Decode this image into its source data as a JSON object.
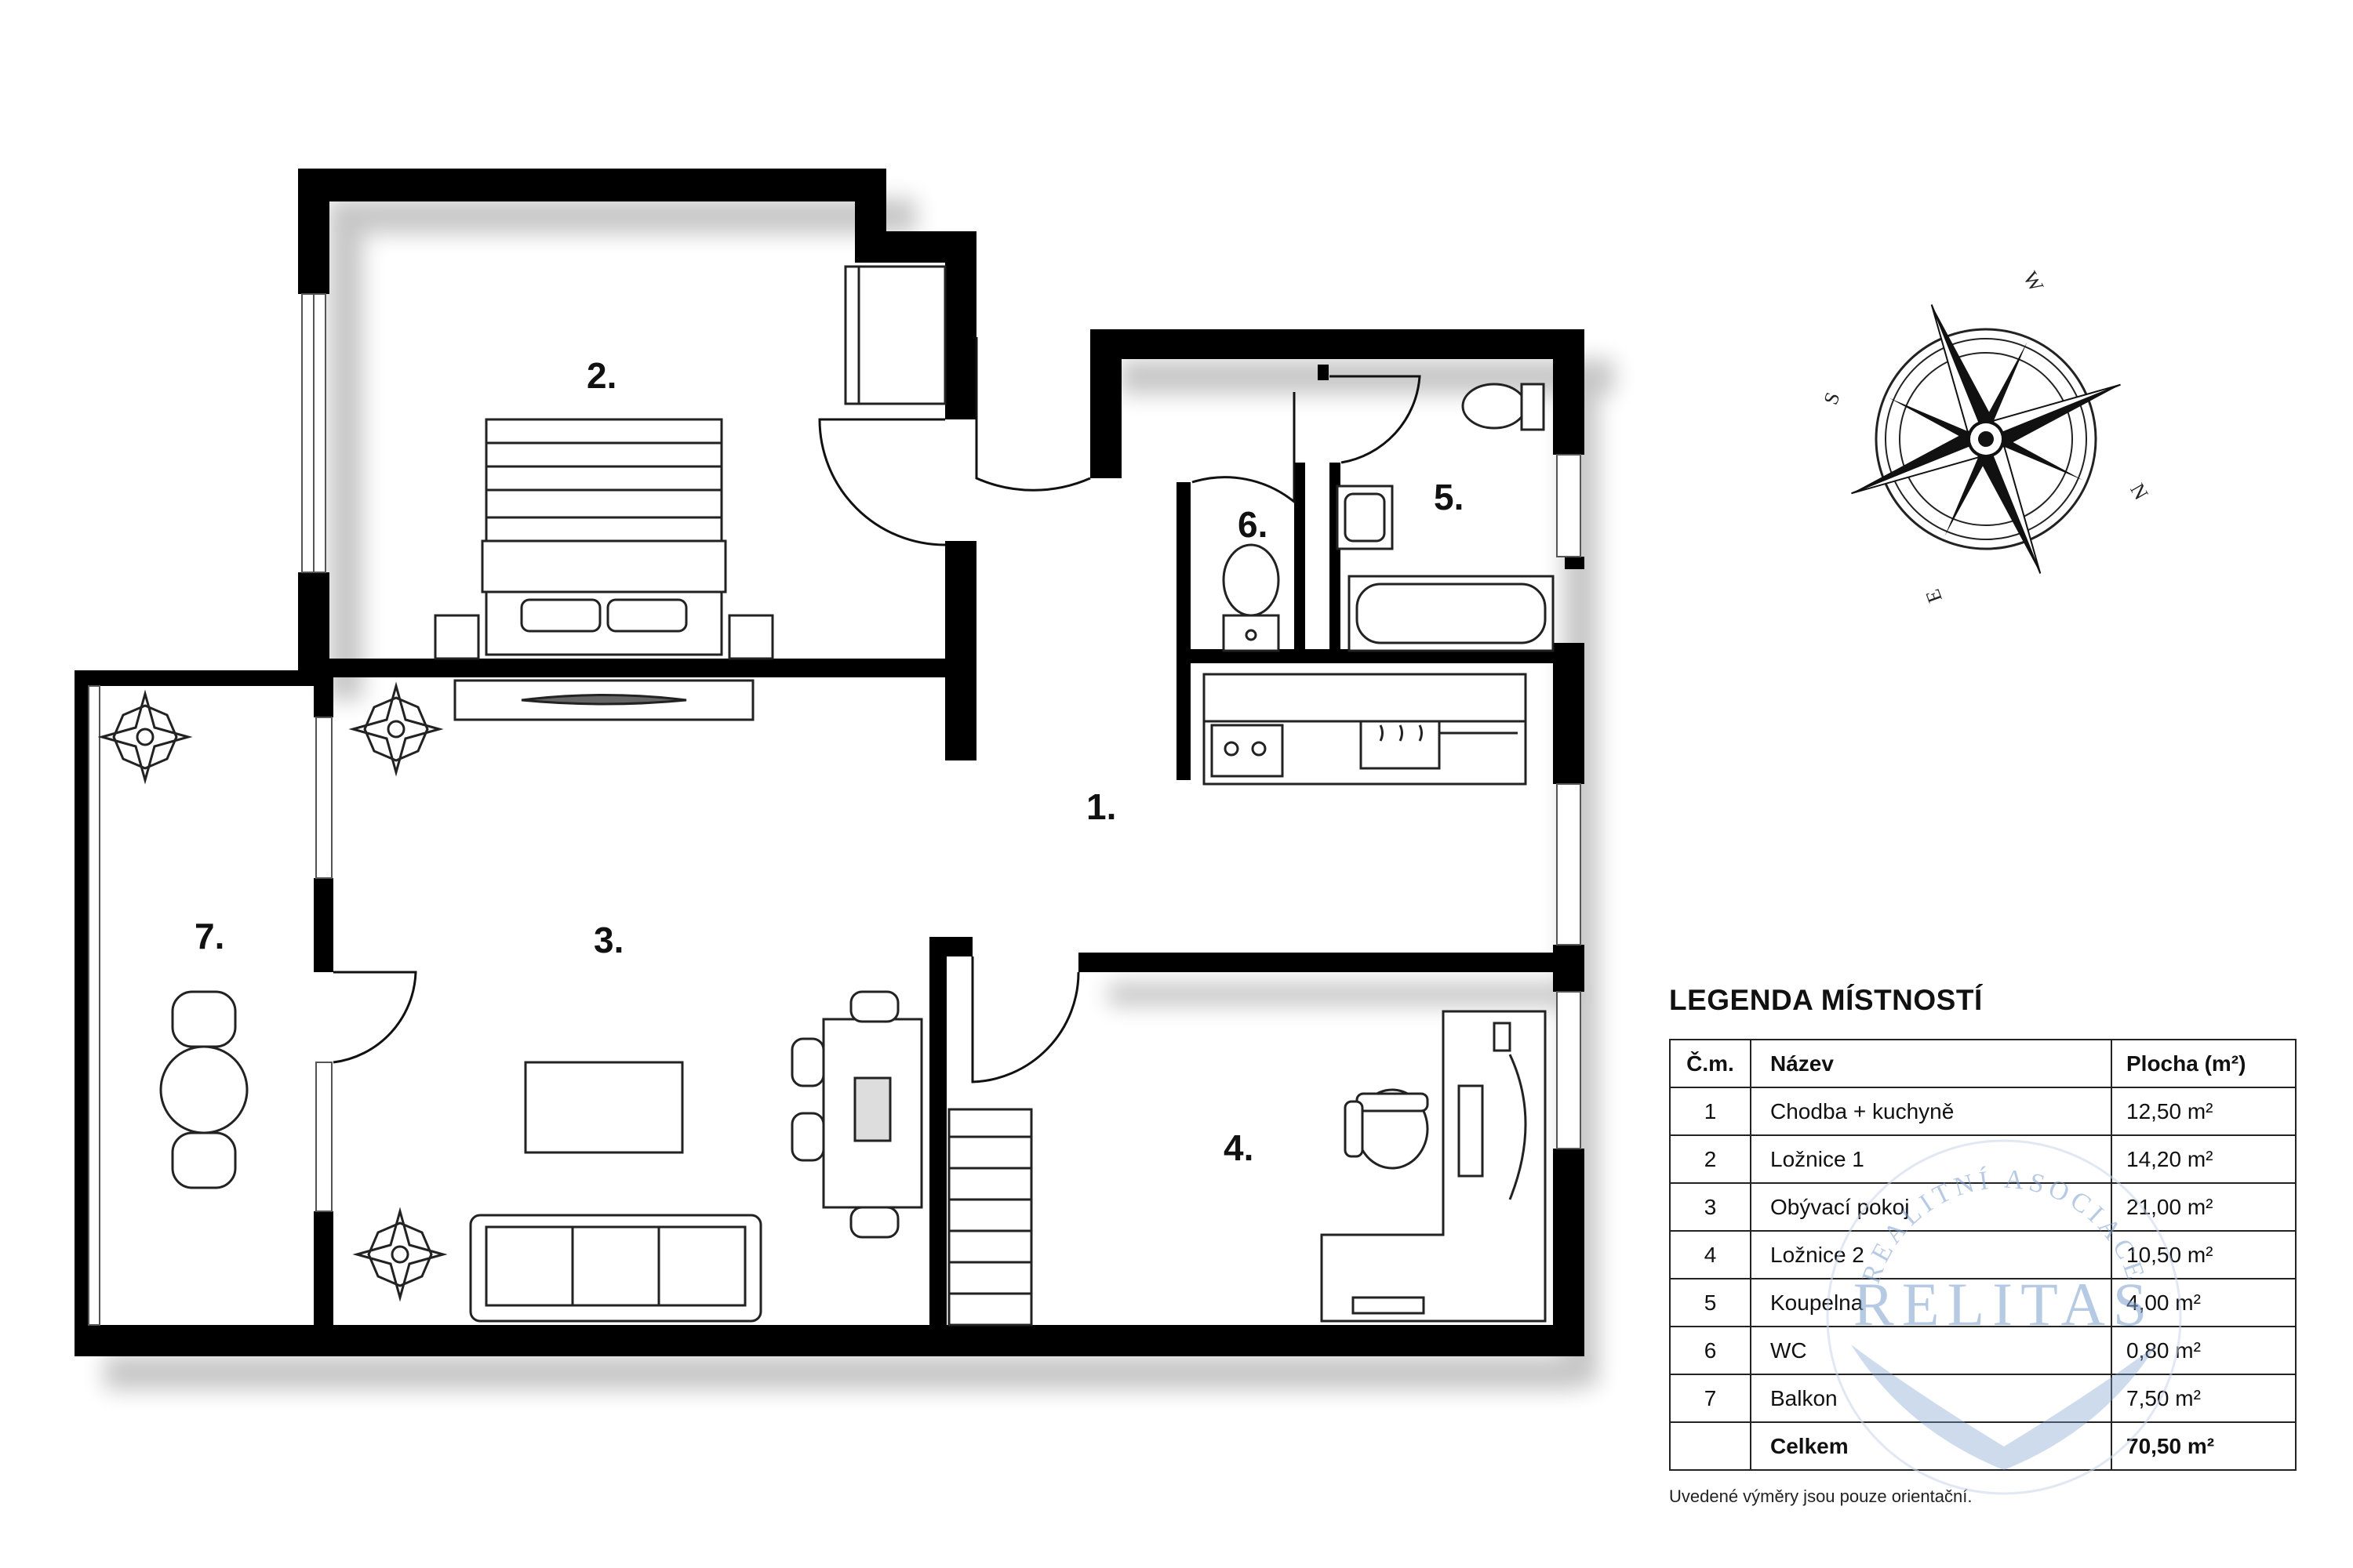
{
  "rooms": [
    {
      "id": "1",
      "label": "1."
    },
    {
      "id": "2",
      "label": "2."
    },
    {
      "id": "3",
      "label": "3."
    },
    {
      "id": "4",
      "label": "4."
    },
    {
      "id": "5",
      "label": "5."
    },
    {
      "id": "6",
      "label": "6."
    },
    {
      "id": "7",
      "label": "7."
    }
  ],
  "compass": {
    "w": "W",
    "s": "S",
    "n": "N",
    "e": "E"
  },
  "legend": {
    "title": "LEGENDA MÍSTNOSTÍ",
    "headers": {
      "num": "Č.m.",
      "name": "Název",
      "area": "Plocha (m²)"
    },
    "rows": [
      {
        "num": "1",
        "name": "Chodba + kuchyně",
        "area": "12,50 m²"
      },
      {
        "num": "2",
        "name": "Ložnice 1",
        "area": "14,20 m²"
      },
      {
        "num": "3",
        "name": "Obývací pokoj",
        "area": "21,00 m²"
      },
      {
        "num": "4",
        "name": "Ložnice 2",
        "area": "10,50 m²"
      },
      {
        "num": "5",
        "name": "Koupelna",
        "area": "4,00 m²"
      },
      {
        "num": "6",
        "name": "WC",
        "area": "0,80 m²"
      },
      {
        "num": "7",
        "name": "Balkon",
        "area": "7,50 m²"
      }
    ],
    "total": {
      "num": "",
      "name": "Celkem",
      "area": "70,50 m²"
    },
    "note": "Uvedené výměry jsou pouze orientační."
  },
  "watermark": {
    "arc_text": "REALITNÍ ASOCIACE",
    "brand": "RELITAS"
  }
}
